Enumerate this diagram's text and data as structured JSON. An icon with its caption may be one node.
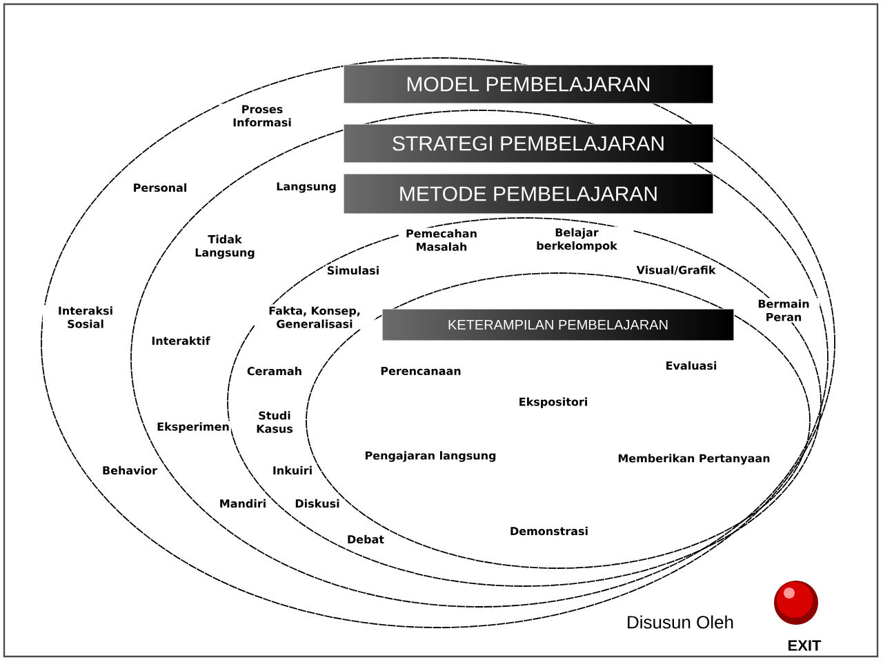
{
  "diagram": {
    "nodes": [
      {
        "text": [
          "MODEL PEMBELAJARAN"
        ]
      },
      {
        "text": [
          "STRATEGI PEMBELAJARAN"
        ],
        "in": 0
      },
      {
        "text": [
          "METODE PEMBELAJARAN"
        ],
        "in": 1
      },
      {
        "text": [
          "KETERAMPILAN PEMBELAJARAN"
        ],
        "in": 2
      }
    ],
    "labels": [
      "Proses Informasi",
      "Personal",
      "Langsung",
      "Tidak Langsung",
      "Pemecahan Masalah",
      "Belajar berkelompok",
      "Simulasi",
      "Visual/Grafik",
      "Interaksi Sosial",
      "Fakta, Konsep, Generalisasi",
      "Bermain Peran",
      "Interaktif",
      "Ceramah",
      "Perencanaan",
      "Evaluasi",
      "Ekspositori",
      "Eksperimen",
      "Studi Kasus",
      "Behavior",
      "Inkuiri",
      "Pengajaran langsung",
      "Memberikan Pertanyaan",
      "Mandiri",
      "Diskusi",
      "Debat",
      "Demonstrasi",
      "Disusun Oleh",
      "EXIT"
    ]
  }
}
